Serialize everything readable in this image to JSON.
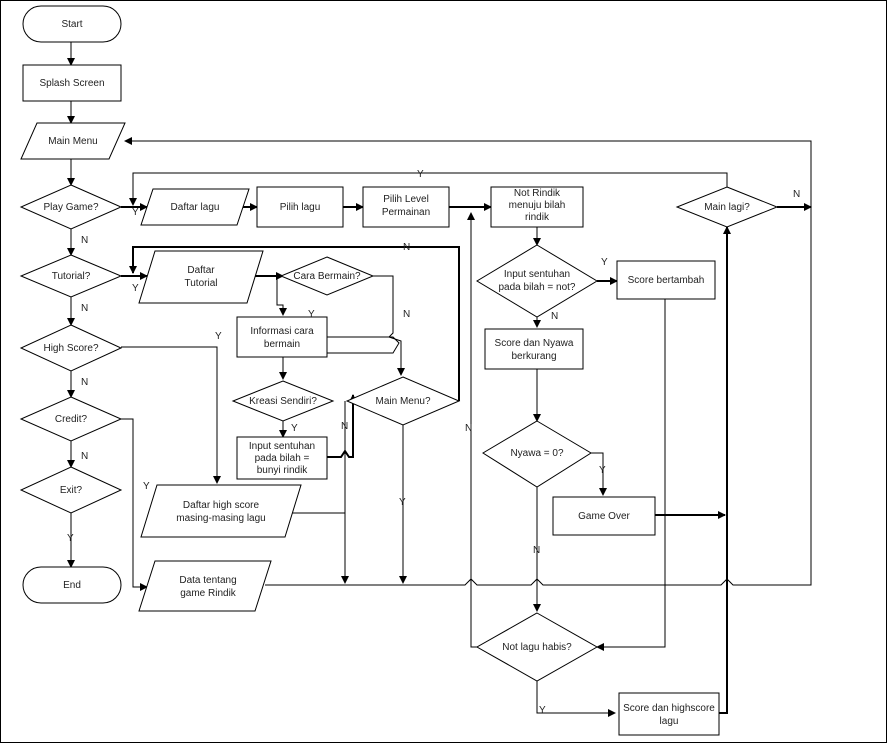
{
  "nodes": {
    "start": "Start",
    "splash": "Splash Screen",
    "main_menu": "Main Menu",
    "play_game": "Play Game?",
    "daftar_lagu": "Daftar lagu",
    "pilih_lagu": "Pilih lagu",
    "pilih_level": [
      "Pilih Level",
      "Permainan"
    ],
    "not_rindik": [
      "Not Rindik",
      "menuju bilah",
      "rindik"
    ],
    "main_lagi": "Main lagi?",
    "tutorial": "Tutorial?",
    "daftar_tutorial": [
      "Daftar",
      "Tutorial"
    ],
    "cara_bermain": "Cara Bermain?",
    "informasi": [
      "Informasi cara",
      "bermain"
    ],
    "input_sentuhan": [
      "Input sentuhan",
      "pada bilah = not?"
    ],
    "score_bertambah": "Score bertambah",
    "high_score": "High Score?",
    "score_nyawa": [
      "Score dan Nyawa",
      "berkurang"
    ],
    "kreasi": "Kreasi Sendiri?",
    "main_menu_q": "Main Menu?",
    "credit": "Credit?",
    "input_bunyi": [
      "Input sentuhan",
      "pada bilah =",
      "bunyi rindik"
    ],
    "nyawa": "Nyawa = 0?",
    "exit": "Exit?",
    "daftar_high": [
      "Daftar high score",
      "masing-masing lagu"
    ],
    "game_over": "Game Over",
    "end": "End",
    "data_tentang": [
      "Data tentang",
      "game Rindik"
    ],
    "not_lagu_habis": "Not lagu habis?",
    "score_highscore": [
      "Score dan highscore",
      "lagu"
    ]
  },
  "labels": {
    "y": "Y",
    "n": "N"
  }
}
